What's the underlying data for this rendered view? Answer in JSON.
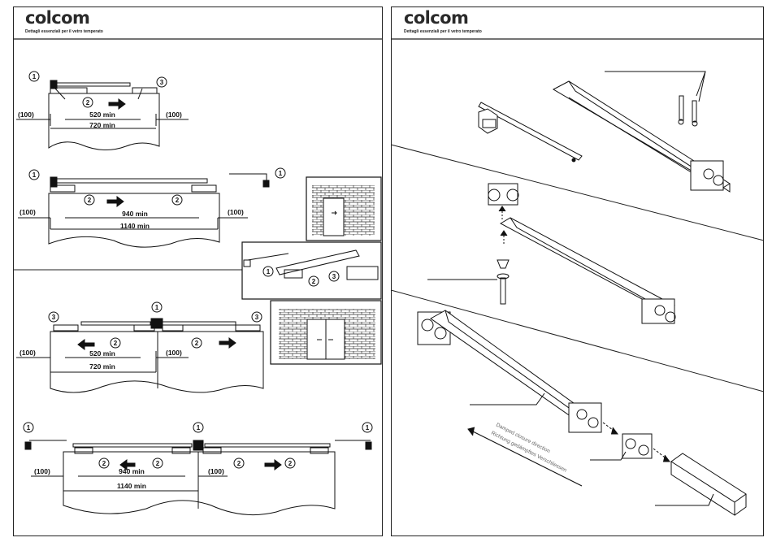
{
  "left_panel": {
    "brand": "colcom",
    "tagline": "Dettagli essenziali per il vetro temperato",
    "diagram_a": {
      "c1": "1",
      "c2": "2",
      "c3": "3",
      "left_margin": "(100)",
      "right_margin": "(100)",
      "travel": "520 min",
      "total": "720 min"
    },
    "diagram_b": {
      "c1a": "1",
      "c1b": "1",
      "c2a": "2",
      "c2b": "2",
      "left_margin": "(100)",
      "right_margin": "(100)",
      "travel": "940 min",
      "total": "1140 min"
    },
    "diagram_c": {
      "c1": "1",
      "c2a": "2",
      "c2b": "2",
      "c3a": "3",
      "c3b": "3",
      "left_margin": "(100)",
      "mid_margin": "(100)",
      "travel": "520 min",
      "total": "720 min"
    },
    "diagram_d": {
      "c1a": "1",
      "c1b": "1",
      "c1c": "1",
      "c2a": "2",
      "c2b": "2",
      "c2c": "2",
      "c2d": "2",
      "left_margin": "(100)",
      "mid_margin": "(100)",
      "travel": "940 min",
      "total": "1140 min"
    },
    "parts_legend": {
      "p1": "1",
      "p2": "2",
      "p3": "3"
    }
  },
  "right_panel": {
    "brand": "colcom",
    "tagline": "Dettagli essenziali per il vetro temperato",
    "direction_en": "Damped closure direction",
    "direction_de": "Richtung gedämpftes Verschliessen"
  }
}
